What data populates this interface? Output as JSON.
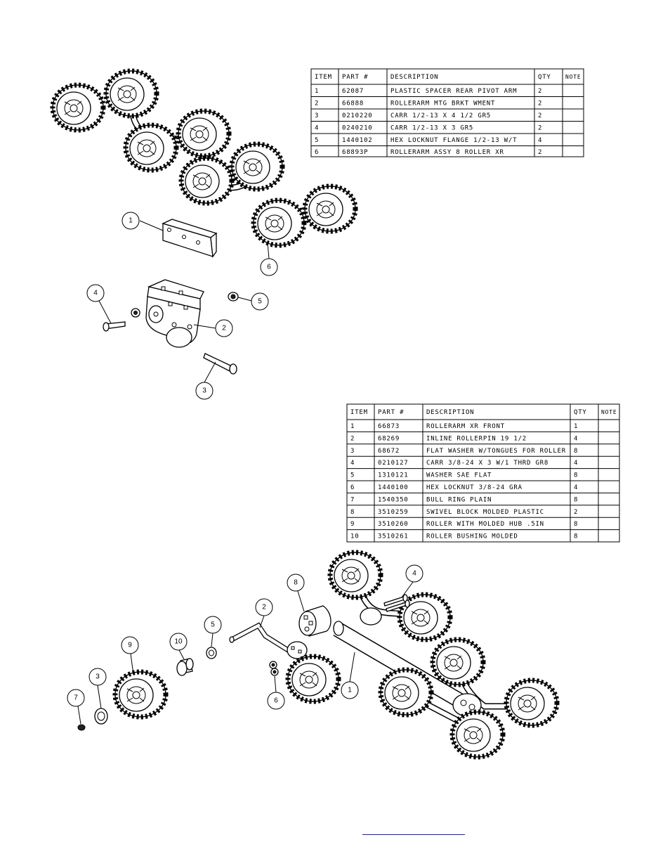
{
  "table_top": {
    "headers": [
      "ITEM",
      "PART #",
      "DESCRIPTION",
      "QTY",
      "NOTE"
    ],
    "rows": [
      [
        "1",
        "62087",
        "PLASTIC SPACER REAR PIVOT ARM",
        "2",
        ""
      ],
      [
        "2",
        "66888",
        "ROLLERARM MTG BRKT WMENT",
        "2",
        ""
      ],
      [
        "3",
        "0210220",
        "CARR 1/2-13 X 4 1/2 GR5",
        "2",
        ""
      ],
      [
        "4",
        "0240210",
        "CARR 1/2-13 X 3 GR5",
        "2",
        ""
      ],
      [
        "5",
        "1440102",
        "HEX LOCKNUT FLANGE 1/2-13 W/T",
        "4",
        ""
      ],
      [
        "6",
        "68893P",
        "ROLLERARM ASSY 8 ROLLER XR",
        "2",
        ""
      ]
    ]
  },
  "table_bottom": {
    "headers": [
      "ITEM",
      "PART #",
      "DESCRIPTION",
      "QTY",
      "NOTE"
    ],
    "rows": [
      [
        "1",
        "66873",
        "ROLLERARM XR FRONT",
        "1",
        ""
      ],
      [
        "2",
        "68269",
        "INLINE ROLLERPIN 19 1/2",
        "4",
        ""
      ],
      [
        "3",
        "68672",
        "FLAT WASHER W/TONGUES FOR ROLLER",
        "8",
        ""
      ],
      [
        "4",
        "0210127",
        "CARR 3/8-24 X 3 W/1 THRD GR8",
        "4",
        ""
      ],
      [
        "5",
        "1310121",
        "WASHER SAE FLAT",
        "8",
        ""
      ],
      [
        "6",
        "1440100",
        "HEX LOCKNUT 3/8-24 GRA",
        "4",
        ""
      ],
      [
        "7",
        "1540350",
        "BULL RING PLAIN",
        "8",
        ""
      ],
      [
        "8",
        "3510259",
        "SWIVEL BLOCK MOLDED PLASTIC",
        "2",
        ""
      ],
      [
        "9",
        "3510260",
        "ROLLER WITH MOLDED HUB .5IN",
        "8",
        ""
      ],
      [
        "10",
        "3510261",
        "ROLLER BUSHING MOLDED",
        "8",
        ""
      ]
    ]
  },
  "callouts_top": [
    "1",
    "2",
    "3",
    "4",
    "5",
    "6"
  ],
  "callouts_bottom": [
    "1",
    "2",
    "3",
    "4",
    "5",
    "6",
    "7",
    "8",
    "9",
    "10"
  ],
  "link_color": "#1a1acc"
}
